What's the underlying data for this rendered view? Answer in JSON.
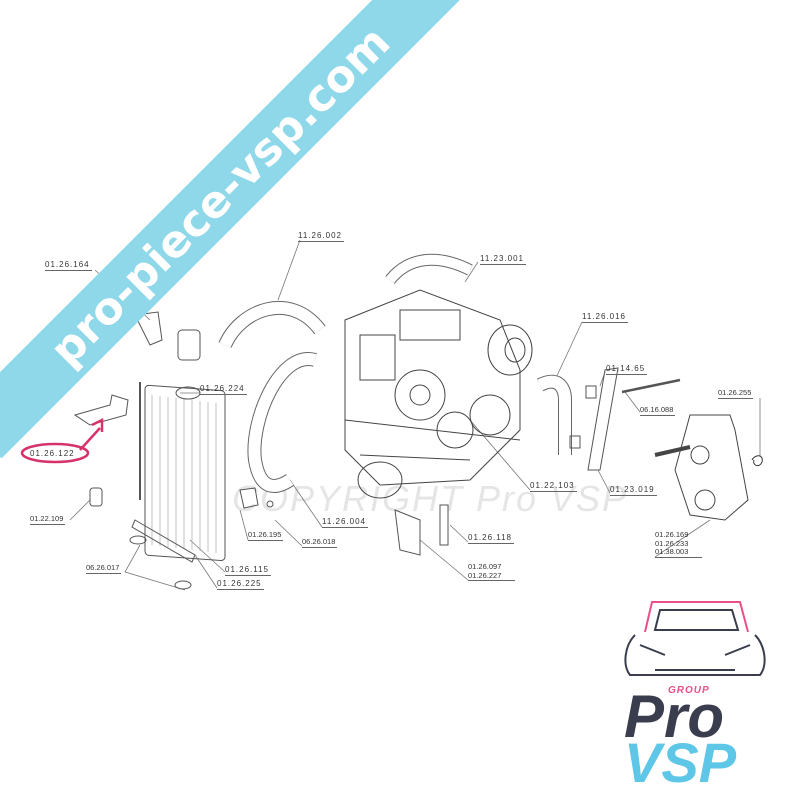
{
  "banner": {
    "text": "pro-piece-vsp.com",
    "color": "#8fd8ea"
  },
  "watermark": {
    "text": "COPYRIGHT Pro VSP"
  },
  "highlight": {
    "part": "01.26.122",
    "color": "#d6336c"
  },
  "labels": {
    "l11_26_002": "11.26.002",
    "l01_26_164": "01.26.164",
    "l11_23_001": "11.23.001",
    "l11_26_016": "11.26.016",
    "l01_26_224": "01.26.224",
    "l01_14_65": "01.14.65",
    "l06_16_088": "06.16.088",
    "l01_26_255": "01.26.255",
    "l01_26_122": "01.26.122",
    "l01_22_103": "01.22.103",
    "l01_23_019": "01.23.019",
    "l01_22_109": "01.22.109",
    "l01_26_195": "01.26.195",
    "l06_26_018": "06.26.018",
    "l11_26_004": "11.26.004",
    "l01_26_118": "01.26.118",
    "gearbox": [
      "01.26.169",
      "01.26.233",
      "01.38.003"
    ],
    "bracket_pair": [
      "01.26.097",
      "01.26.227"
    ],
    "l06_26_017": "06.26.017",
    "l01_26_115": "01.26.115",
    "l01_26_225": "01.26.225"
  },
  "logo": {
    "group": "GROUP",
    "line1": "Pro",
    "line2": "VSP",
    "colors": {
      "dark": "#3a3d4e",
      "pink": "#e8508a",
      "blue": "#5ec6e6"
    }
  }
}
